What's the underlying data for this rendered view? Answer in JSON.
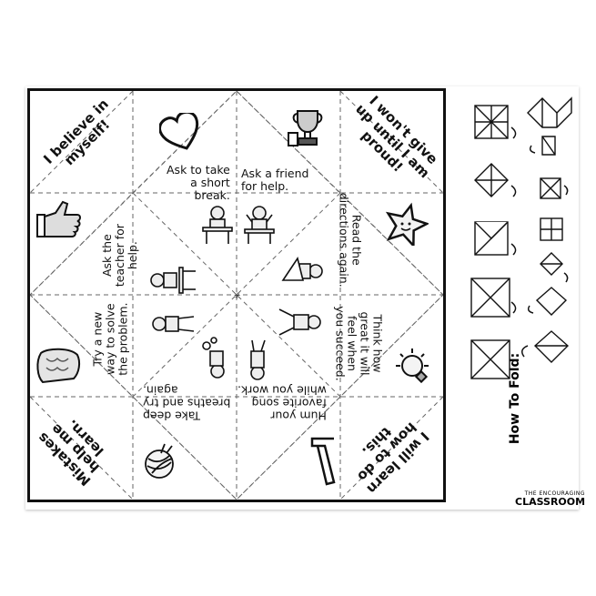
{
  "corners": {
    "top_left": "I believe in\nmyself!",
    "top_right": "I won't give\nup until I am\nproud!",
    "bottom_left": "Mistakes\nhelp me\nlearn.",
    "bottom_right": "I will learn\nhow to do\nthis."
  },
  "messages": {
    "break": "Ask to take\na short\nbreak.",
    "friend": "Ask a friend\nfor help.",
    "directions": "Read the\ndirections again.",
    "success": "Think how\ngreat it will\nfeel when\nyou succeed.",
    "song": "Hum your\nfavorite song\nwhile you work.",
    "breaths": "Take deep\nbreaths and try\nagain.",
    "new_way": "Try a new\nway to solve\nthe problem.",
    "teacher": "Ask the\nteacher for\nhelp."
  },
  "icons": [
    "heart-icon",
    "trophy-icon",
    "thumbs-up-icon",
    "star-icon",
    "brain-icon",
    "lightbulb-icon",
    "yarn-ball-icon",
    "number-seven-icon"
  ],
  "howto_title": "How To Fold:",
  "logo": {
    "small": "THE ENCOURAGING",
    "big": "CLASSROOM"
  }
}
